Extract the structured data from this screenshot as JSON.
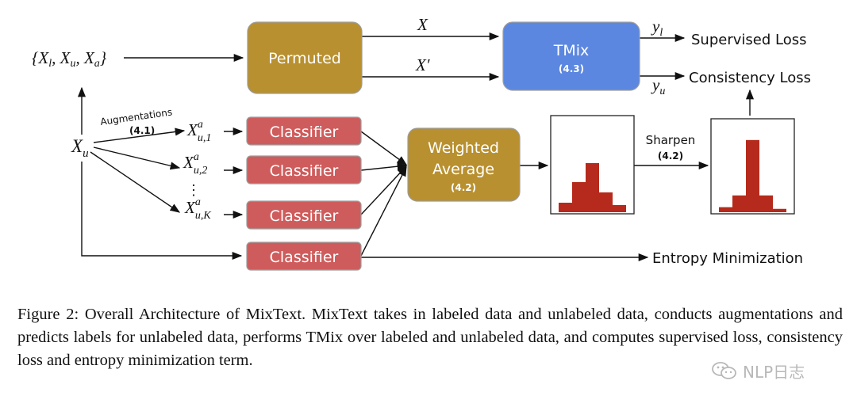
{
  "inputs": {
    "labeled_set": "{X_l, X_u, X_a}",
    "x_u": "X_u",
    "augmentations_label": "Augmentations",
    "augmentations_ref": "(4.1)",
    "aug1": "X^a_{u,1}",
    "aug2": "X^a_{u,2}",
    "augK": "X^a_{u,K}",
    "vdots": "⋮"
  },
  "boxes": {
    "permuted": "Permuted",
    "tmix": "TMix",
    "tmix_ref": "(4.3)",
    "classifier": "Classifier",
    "weighted_line1": "Weighted",
    "weighted_line2": "Average",
    "weighted_ref": "(4.2)"
  },
  "edges": {
    "x": "X",
    "x_prime": "X′",
    "y_l": "y_l",
    "y_u": "y_u",
    "sharpen": "Sharpen",
    "sharpen_ref": "(4.2)"
  },
  "outputs": {
    "supervised_loss": "Supervised Loss",
    "consistency_loss": "Consistency Loss",
    "entropy_minimization": "Entropy Minimization"
  },
  "histograms": {
    "before_sharpen": [
      0.12,
      0.38,
      0.62,
      0.25,
      0.09
    ],
    "after_sharpen": [
      0.06,
      0.2,
      0.86,
      0.2,
      0.04
    ]
  },
  "caption": "Figure 2: Overall Architecture of MixText. MixText takes in labeled data and unlabeled data, conducts augmentations and predicts labels for unlabeled data, performs TMix over labeled and unlabeled data, and computes supervised loss, consistency loss and entropy minimization term.",
  "watermark": "NLP日志",
  "colors": {
    "permuted_fill": "#b8902f",
    "tmix_fill": "#5b87e0",
    "classifier_fill": "#cf5c5c",
    "bar_fill": "#b52a1c"
  }
}
